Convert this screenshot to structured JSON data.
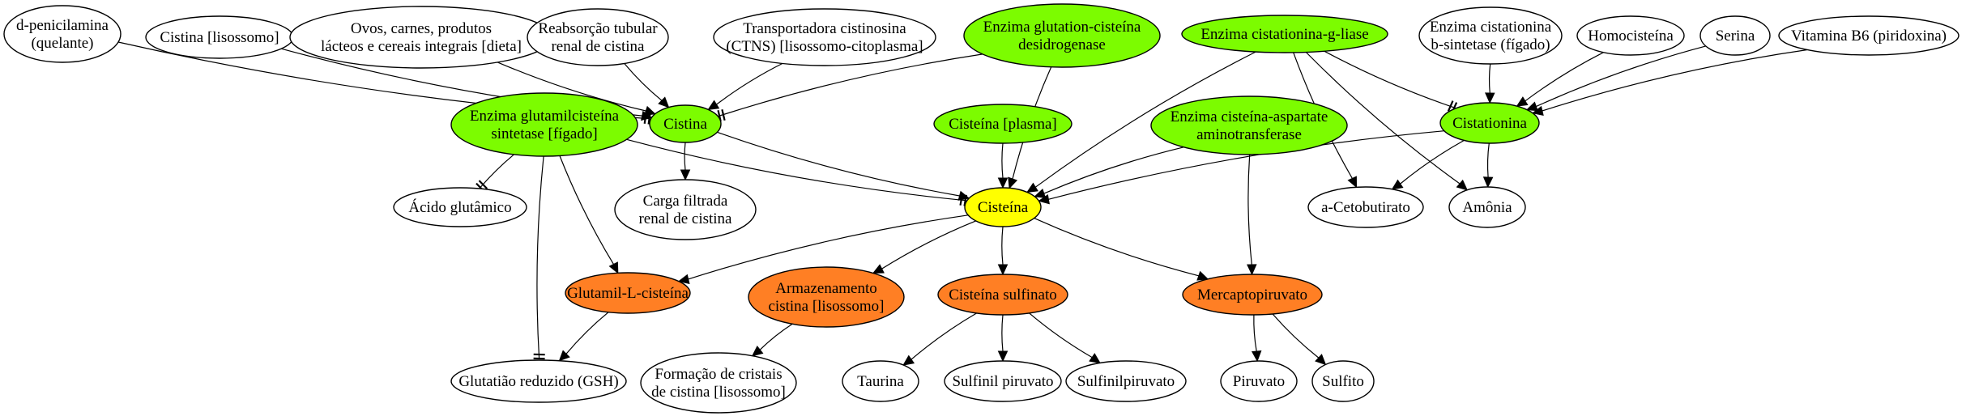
{
  "colors": {
    "white": "#ffffff",
    "green": "#7cfc00",
    "yellow": "#ffff00",
    "orange": "#ff7f24"
  },
  "nodes": {
    "penicilamina": {
      "lines": [
        "d-penicilamina",
        "(quelante)"
      ],
      "fill": "white"
    },
    "cistina_lis": {
      "lines": [
        "Cistina [lisossomo]"
      ],
      "fill": "white"
    },
    "ovos": {
      "lines": [
        "Ovos, carnes, produtos",
        "lácteos e cereais integrais [dieta]"
      ],
      "fill": "white"
    },
    "reabsorcao": {
      "lines": [
        "Reabsorção tubular",
        "renal de cistina"
      ],
      "fill": "white"
    },
    "ctns": {
      "lines": [
        "Transportadora cistinosina",
        "(CTNS) [lisossomo-citoplasma]"
      ],
      "fill": "white"
    },
    "glutation_desid": {
      "lines": [
        "Enzima glutation-cisteína",
        "desidrogenase"
      ],
      "fill": "green"
    },
    "cistationina_liase": {
      "lines": [
        "Enzima cistationina-g-liase"
      ],
      "fill": "green"
    },
    "cistationina_sint": {
      "lines": [
        "Enzima cistationina",
        "b-sintetase (fígado)"
      ],
      "fill": "white"
    },
    "homocisteina": {
      "lines": [
        "Homocisteína"
      ],
      "fill": "white"
    },
    "serina": {
      "lines": [
        "Serina"
      ],
      "fill": "white"
    },
    "b6": {
      "lines": [
        "Vitamina B6 (piridoxina)"
      ],
      "fill": "white"
    },
    "glutamil_sint": {
      "lines": [
        "Enzima glutamilcisteína",
        "sintetase [fígado]"
      ],
      "fill": "green"
    },
    "cistina": {
      "lines": [
        "Cistina"
      ],
      "fill": "green"
    },
    "cisteina_plasma": {
      "lines": [
        "Cisteína [plasma]"
      ],
      "fill": "green"
    },
    "aspartate": {
      "lines": [
        "Enzima cisteína-aspartate",
        "aminotransferase"
      ],
      "fill": "green"
    },
    "cistationina": {
      "lines": [
        "Cistationina"
      ],
      "fill": "green"
    },
    "glutamico": {
      "lines": [
        "Ácido glutâmico"
      ],
      "fill": "white"
    },
    "carga": {
      "lines": [
        "Carga filtrada",
        "renal de cistina"
      ],
      "fill": "white"
    },
    "cisteina": {
      "lines": [
        "Cisteína"
      ],
      "fill": "yellow"
    },
    "cetobutirato": {
      "lines": [
        "a-Cetobutirato"
      ],
      "fill": "white"
    },
    "amonia": {
      "lines": [
        "Amônia"
      ],
      "fill": "white"
    },
    "glutamil_l": {
      "lines": [
        "Glutamil-L-cisteína"
      ],
      "fill": "orange"
    },
    "armazenamento": {
      "lines": [
        "Armazenamento",
        "cistina [lisossomo]"
      ],
      "fill": "orange"
    },
    "sulfinato": {
      "lines": [
        "Cisteína sulfinato"
      ],
      "fill": "orange"
    },
    "mercapto": {
      "lines": [
        "Mercaptopiruvato"
      ],
      "fill": "orange"
    },
    "gsh": {
      "lines": [
        "Glutatião reduzido (GSH)"
      ],
      "fill": "white"
    },
    "cristais": {
      "lines": [
        "Formação de cristais",
        "de cistina [lisossomo]"
      ],
      "fill": "white"
    },
    "taurina": {
      "lines": [
        "Taurina"
      ],
      "fill": "white"
    },
    "sulfinil_piruvato": {
      "lines": [
        "Sulfinil piruvato"
      ],
      "fill": "white"
    },
    "sulfinilpiruvato": {
      "lines": [
        "Sulfinilpiruvato"
      ],
      "fill": "white"
    },
    "piruvato": {
      "lines": [
        "Piruvato"
      ],
      "fill": "white"
    },
    "sulfito": {
      "lines": [
        "Sulfito"
      ],
      "fill": "white"
    }
  },
  "edges": [
    {
      "from": "penicilamina",
      "to": "cistina",
      "type": "tbar"
    },
    {
      "from": "cistina_lis",
      "to": "cistina",
      "type": "arrow"
    },
    {
      "from": "ovos",
      "to": "cistina",
      "type": "arrow"
    },
    {
      "from": "reabsorcao",
      "to": "cistina",
      "type": "arrow"
    },
    {
      "from": "ctns",
      "to": "cistina",
      "type": "arrow"
    },
    {
      "from": "glutation_desid",
      "to": "cistina",
      "type": "tbar"
    },
    {
      "from": "glutation_desid",
      "to": "cisteina",
      "type": "arrow"
    },
    {
      "from": "cistationina_liase",
      "to": "cisteina",
      "type": "arrow"
    },
    {
      "from": "cistationina_liase",
      "to": "cistationina",
      "type": "tbar"
    },
    {
      "from": "cistationina_liase",
      "to": "cetobutirato",
      "type": "arrow"
    },
    {
      "from": "cistationina_liase",
      "to": "amonia",
      "type": "arrow"
    },
    {
      "from": "cistationina_sint",
      "to": "cistationina",
      "type": "arrow"
    },
    {
      "from": "homocisteina",
      "to": "cistationina",
      "type": "arrow"
    },
    {
      "from": "serina",
      "to": "cistationina",
      "type": "arrow"
    },
    {
      "from": "b6",
      "to": "cistationina",
      "type": "arrow"
    },
    {
      "from": "glutamil_sint",
      "to": "glutamico",
      "type": "tbar"
    },
    {
      "from": "glutamil_sint",
      "to": "cisteina",
      "type": "tbar"
    },
    {
      "from": "glutamil_sint",
      "to": "glutamil_l",
      "type": "arrow"
    },
    {
      "from": "glutamil_sint",
      "to": "gsh",
      "type": "tbar"
    },
    {
      "from": "cistina",
      "to": "carga",
      "type": "arrow"
    },
    {
      "from": "cistina",
      "to": "cisteina",
      "type": "arrow"
    },
    {
      "from": "cisteina_plasma",
      "to": "cisteina",
      "type": "arrow"
    },
    {
      "from": "aspartate",
      "to": "cisteina",
      "type": "arrow"
    },
    {
      "from": "aspartate",
      "to": "mercapto",
      "type": "arrow"
    },
    {
      "from": "cistationina",
      "to": "cisteina",
      "type": "arrow"
    },
    {
      "from": "cistationina",
      "to": "cetobutirato",
      "type": "arrow"
    },
    {
      "from": "cistationina",
      "to": "amonia",
      "type": "arrow"
    },
    {
      "from": "cisteina",
      "to": "glutamil_l",
      "type": "arrow"
    },
    {
      "from": "cisteina",
      "to": "armazenamento",
      "type": "arrow"
    },
    {
      "from": "cisteina",
      "to": "sulfinato",
      "type": "arrow"
    },
    {
      "from": "cisteina",
      "to": "mercapto",
      "type": "arrow"
    },
    {
      "from": "glutamil_l",
      "to": "gsh",
      "type": "arrow"
    },
    {
      "from": "armazenamento",
      "to": "cristais",
      "type": "arrow"
    },
    {
      "from": "sulfinato",
      "to": "taurina",
      "type": "arrow"
    },
    {
      "from": "sulfinato",
      "to": "sulfinil_piruvato",
      "type": "arrow"
    },
    {
      "from": "sulfinato",
      "to": "sulfinilpiruvato",
      "type": "arrow"
    },
    {
      "from": "mercapto",
      "to": "piruvato",
      "type": "arrow"
    },
    {
      "from": "mercapto",
      "to": "sulfito",
      "type": "arrow"
    }
  ]
}
